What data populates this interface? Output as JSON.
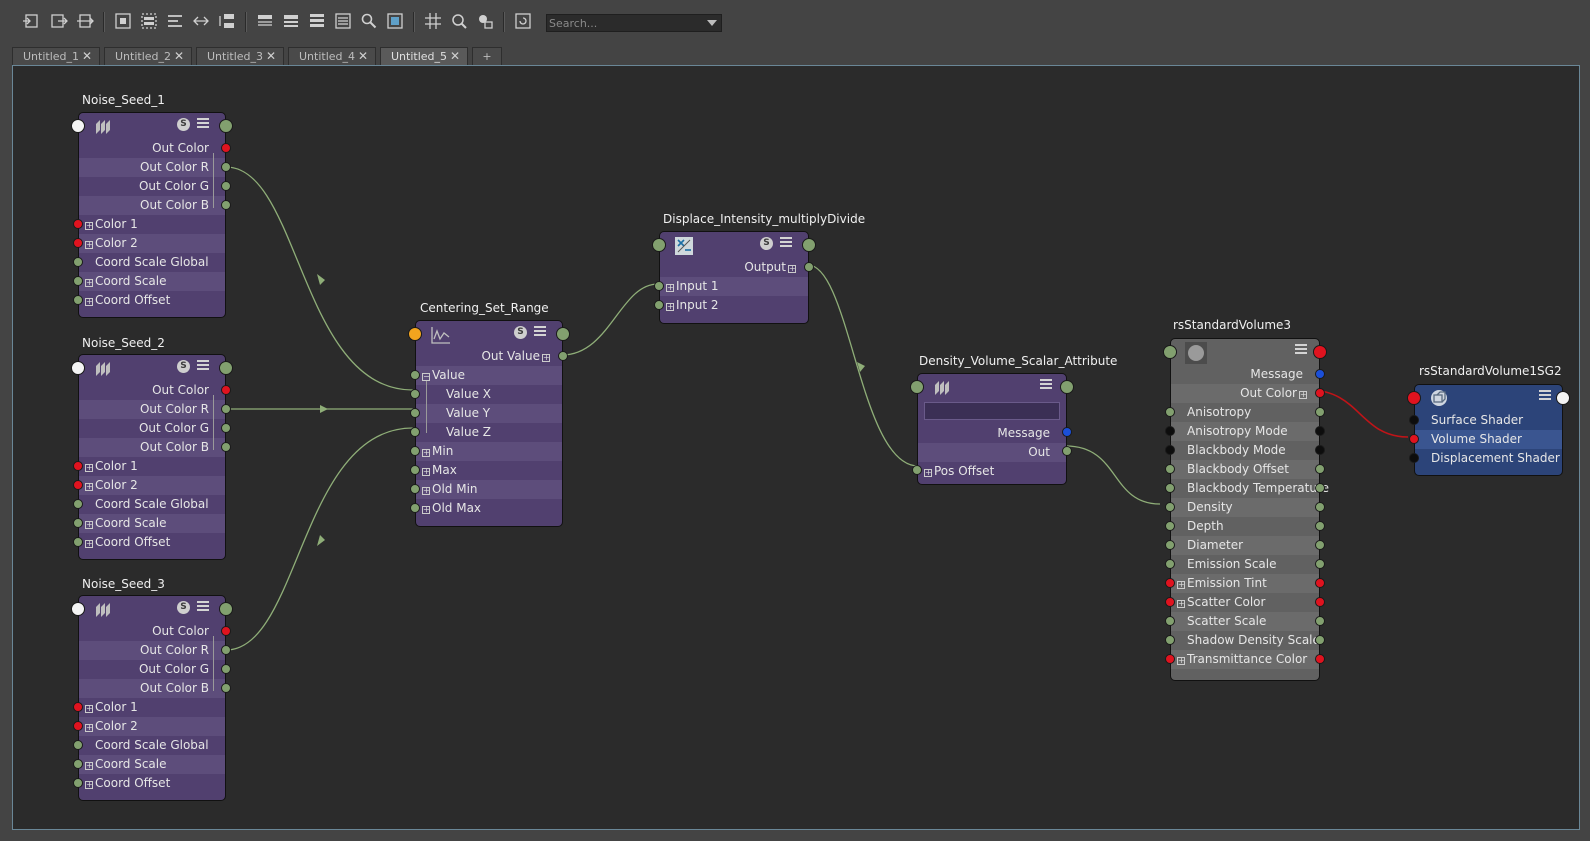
{
  "toolbar": {
    "search_placeholder": "Search...",
    "buttons": [
      "input-connections-icon",
      "output-connections-icon",
      "io-connections-icon",
      "frame-all-icon",
      "frame-selection-icon",
      "layout-icon",
      "align-icon",
      "rearrange-icon",
      "simple-view-icon",
      "connected-view-icon",
      "full-view-icon",
      "custom-view-icon",
      "find-icon",
      "add-to-bookmark-icon",
      "grid-icon",
      "snap-icon",
      "pin-icon",
      "refresh-icon"
    ]
  },
  "tabs": [
    {
      "label": "Untitled_1",
      "active": false
    },
    {
      "label": "Untitled_2",
      "active": false
    },
    {
      "label": "Untitled_3",
      "active": false
    },
    {
      "label": "Untitled_4",
      "active": false
    },
    {
      "label": "Untitled_5",
      "active": true
    }
  ],
  "add_tab_label": "+",
  "nodes": {
    "noise1": {
      "title": "Noise_Seed_1",
      "outputs": [
        "Out Color",
        "Out Color R",
        "Out Color G",
        "Out Color B"
      ],
      "inputs": [
        "Color 1",
        "Color 2",
        "Coord Scale Global",
        "Coord Scale",
        "Coord Offset"
      ]
    },
    "noise2": {
      "title": "Noise_Seed_2",
      "outputs": [
        "Out Color",
        "Out Color R",
        "Out Color G",
        "Out Color B"
      ],
      "inputs": [
        "Color 1",
        "Color 2",
        "Coord Scale Global",
        "Coord Scale",
        "Coord Offset"
      ]
    },
    "noise3": {
      "title": "Noise_Seed_3",
      "outputs": [
        "Out Color",
        "Out Color R",
        "Out Color G",
        "Out Color B"
      ],
      "inputs": [
        "Color 1",
        "Color 2",
        "Coord Scale Global",
        "Coord Scale",
        "Coord Offset"
      ]
    },
    "range": {
      "title": "Centering_Set_Range",
      "output": "Out Value",
      "inputs": [
        "Value",
        "Value X",
        "Value Y",
        "Value Z",
        "Min",
        "Max",
        "Old Min",
        "Old Max"
      ]
    },
    "multdiv": {
      "title": "Displace_Intensity_multiplyDivide",
      "output": "Output",
      "inputs": [
        "Input 1",
        "Input 2"
      ]
    },
    "scalar": {
      "title": "Density_Volume_Scalar_Attribute",
      "field_value": "",
      "outputs": [
        "Message",
        "Out"
      ],
      "inputs": [
        "Pos Offset"
      ]
    },
    "volume": {
      "title": "rsStandardVolume3",
      "outputs": [
        "Message",
        "Out Color"
      ],
      "inputs": [
        "Anisotropy",
        "Anisotropy Mode",
        "Blackbody Mode",
        "Blackbody Offset",
        "Blackbody Temperature",
        "Density",
        "Depth",
        "Diameter",
        "Emission Scale",
        "Emission Tint",
        "Scatter Color",
        "Scatter Scale",
        "Shadow Density Scale",
        "Transmittance Color"
      ]
    },
    "sg": {
      "title": "rsStandardVolume1SG2",
      "inputs": [
        "Surface Shader",
        "Volume Shader",
        "Displacement Shader"
      ]
    }
  },
  "colors": {
    "background": "#2b2b2b",
    "node_purple": "#51406f",
    "node_gray": "#616161",
    "node_blue": "#2c4479",
    "port_green": "#82a06f",
    "port_red": "#e0131f",
    "port_blue": "#1b4fd8",
    "wire_green": "#8fae78",
    "wire_red": "#c01418"
  }
}
